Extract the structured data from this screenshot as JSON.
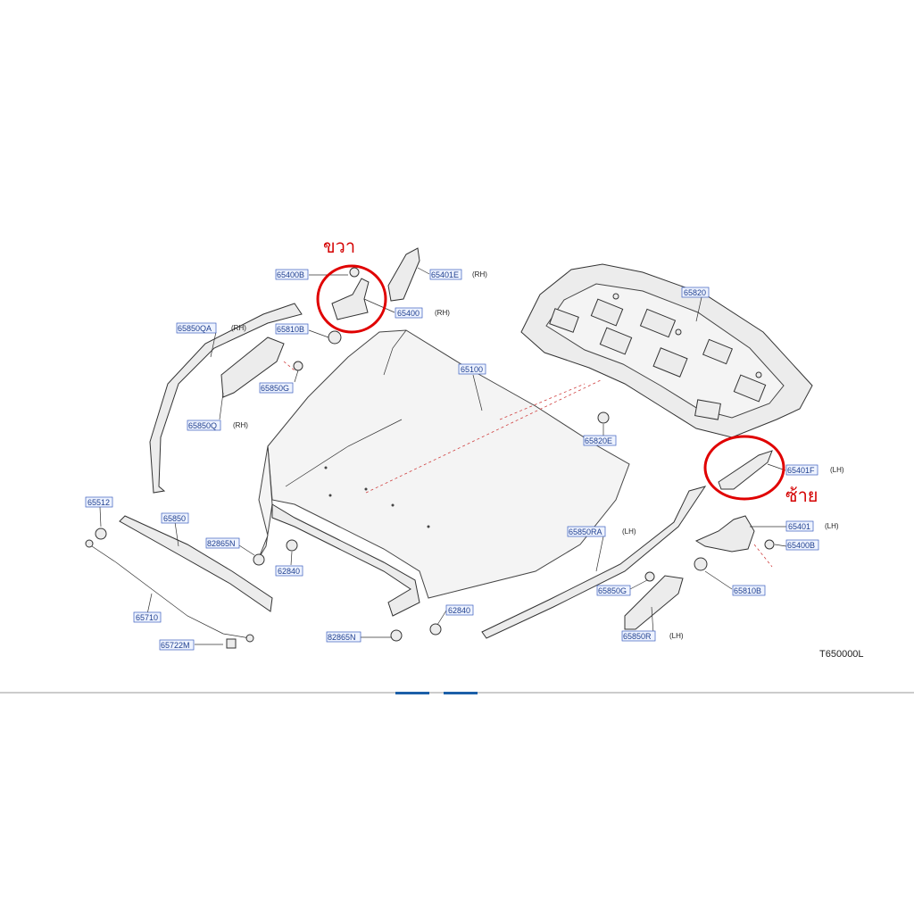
{
  "labels": {
    "p65400B_top": "65400B",
    "p65401E": "65401E",
    "p65401E_side": "(RH)",
    "p65400": "65400",
    "p65400_side": "(RH)",
    "p65820": "65820",
    "p65850QA": "65850QA",
    "p65850QA_side": "(RH)",
    "p65810B_top": "65810B",
    "p65850G_top": "65850G",
    "p65100": "65100",
    "p65850Q": "65850Q",
    "p65850Q_side": "(RH)",
    "p65820E": "65820E",
    "p65401F": "65401F",
    "p65401F_side": "(LH)",
    "p65512": "65512",
    "p65850": "65850",
    "p82865N_left": "82865N",
    "p62840_left": "62840",
    "p65850RA": "65850RA",
    "p65850RA_side": "(LH)",
    "p65401": "65401",
    "p65401_side": "(LH)",
    "p65400B_right": "65400B",
    "p65810B_right": "65810B",
    "p65850G_right": "65850G",
    "p65710": "65710",
    "p62840_bottom": "62840",
    "p65722M": "65722M",
    "p82865N_bottom": "82865N",
    "p65850R": "65850R",
    "p65850R_side": "(LH)"
  },
  "annotations": {
    "right_side_thai": "ขวา",
    "left_side_thai": "ซ้าย"
  },
  "diagram_code": "T650000L",
  "colors": {
    "label_text": "#1f3f8f",
    "label_box": "#3b5fbf",
    "highlight_circle": "#e00000",
    "annotation_text": "#d40000",
    "scroll_accent": "#1c5fa8"
  }
}
